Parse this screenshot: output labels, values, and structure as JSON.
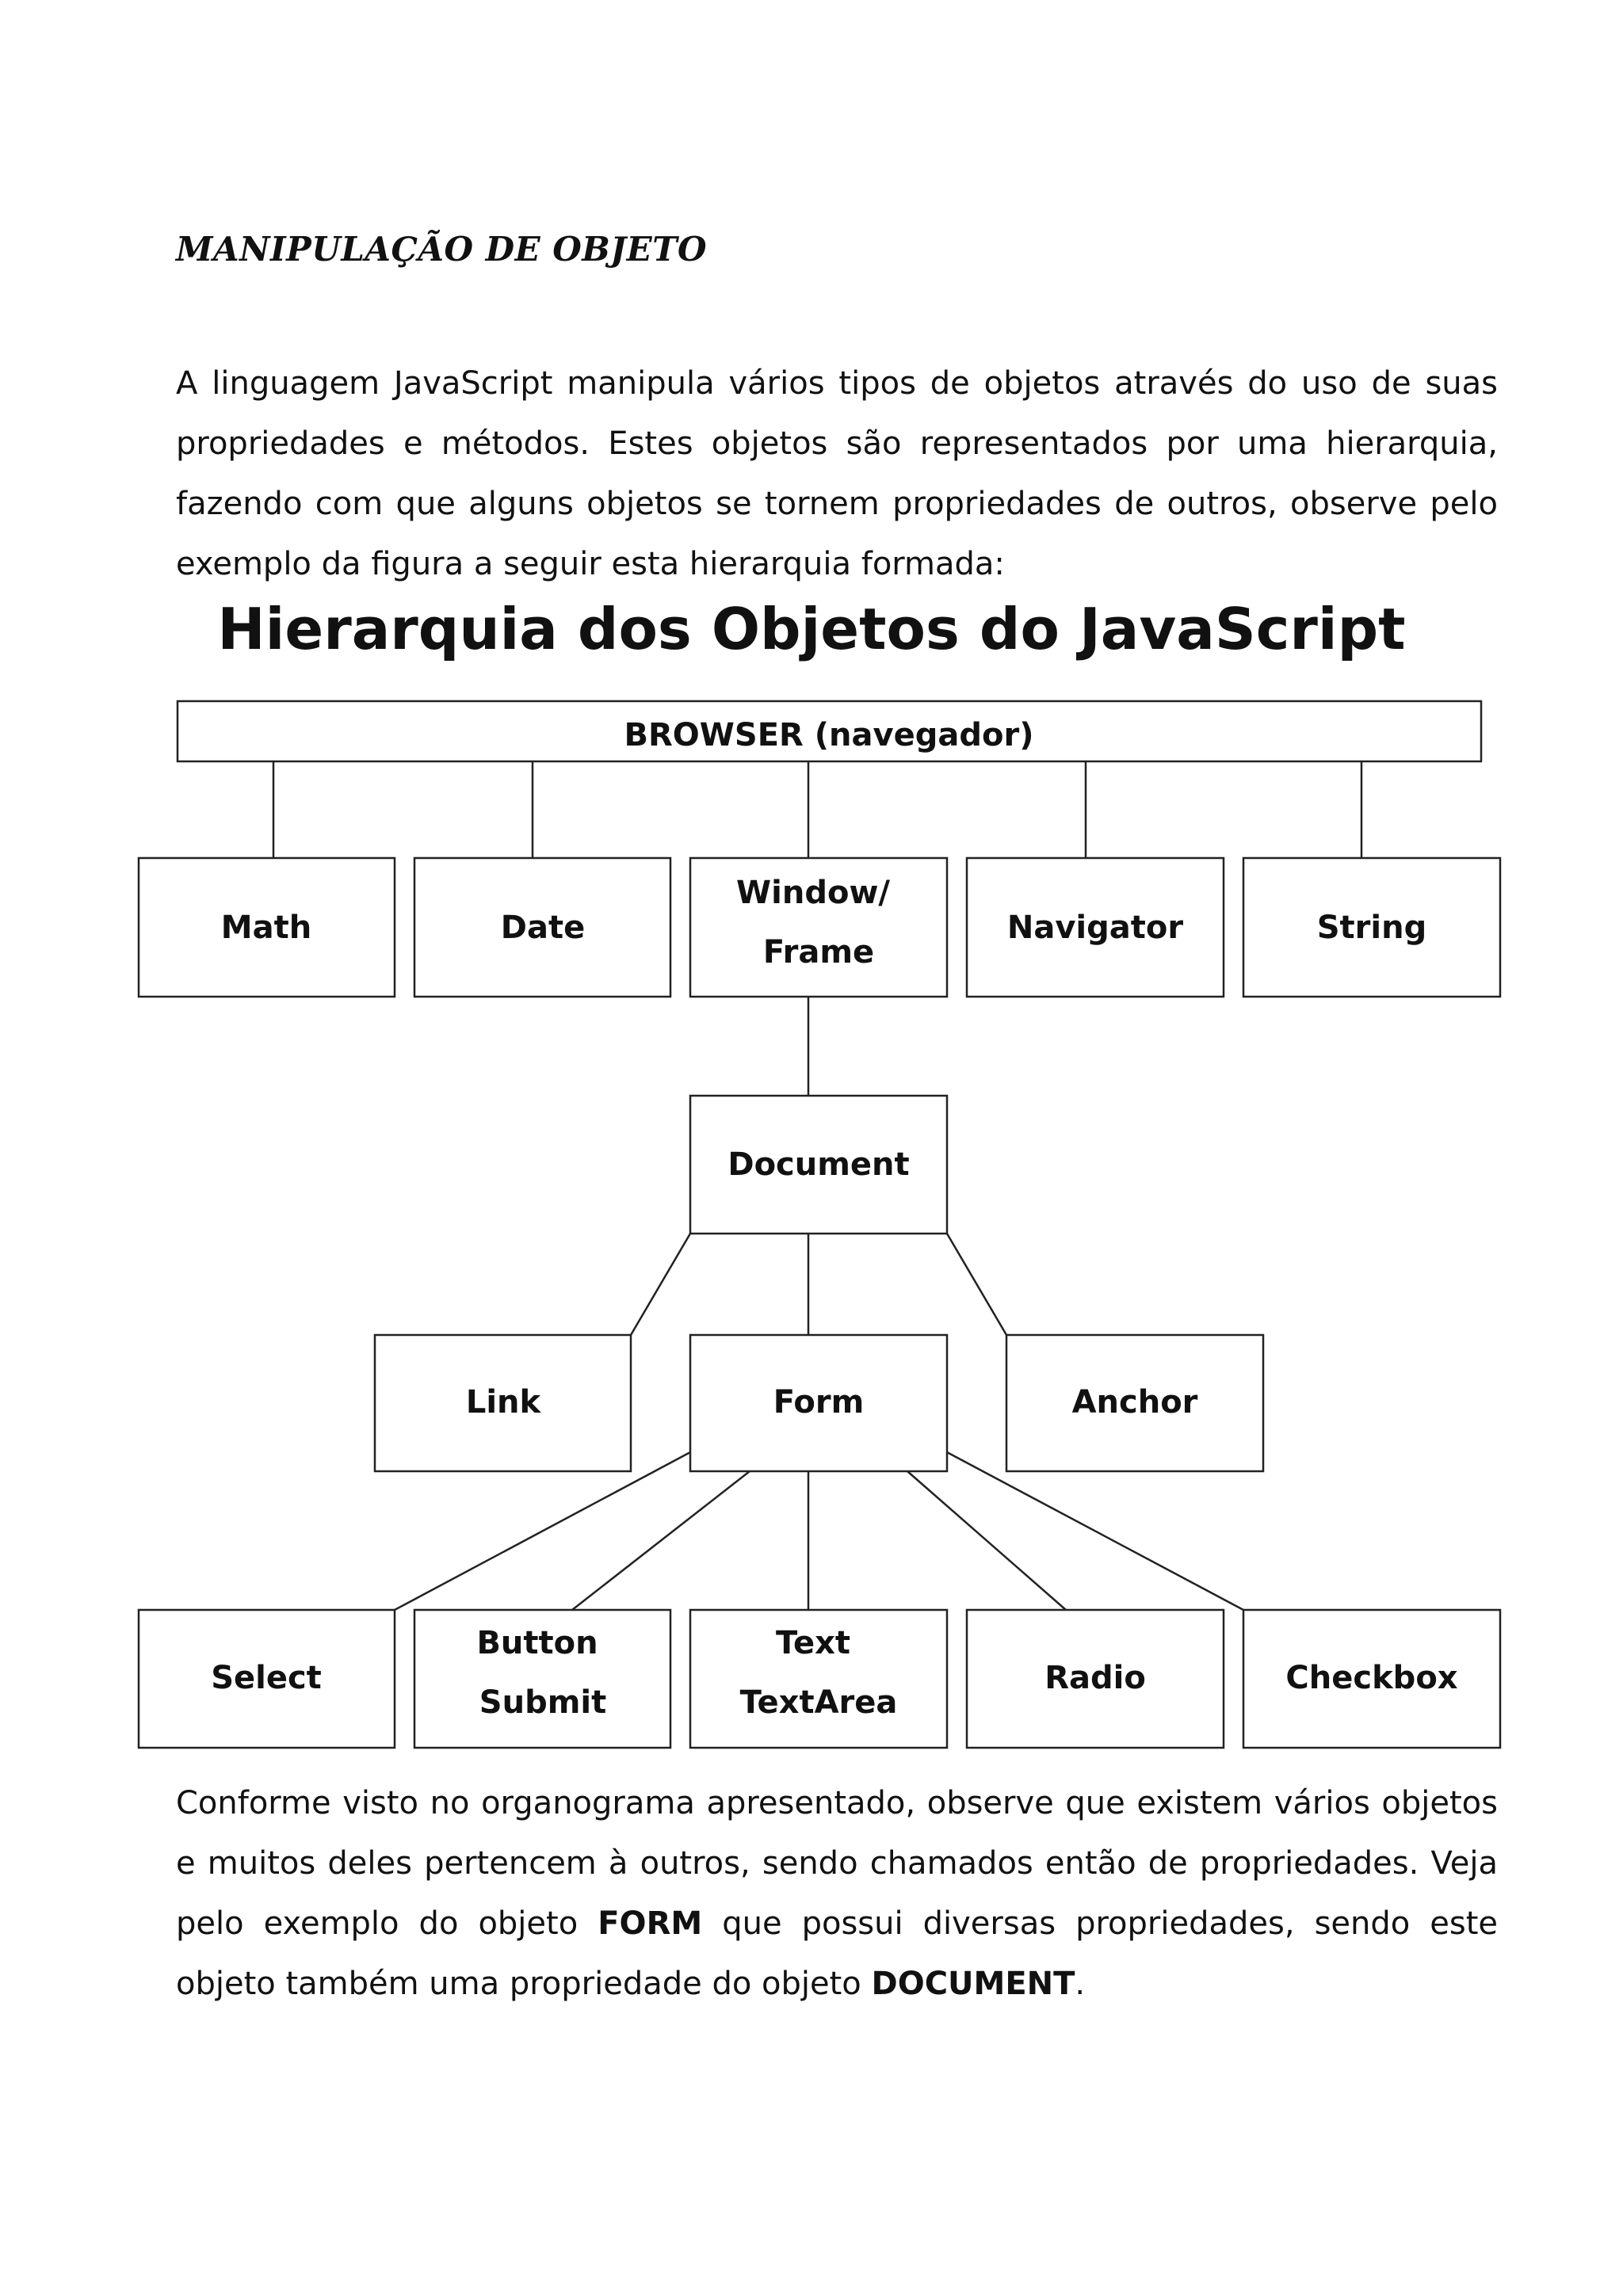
{
  "heading": "MANIPULAÇÃO DE OBJETO",
  "intro": "A linguagem JavaScript manipula vários tipos de objetos através do uso de suas propriedades e métodos. Estes objetos são representados por uma hierarquia, fazendo com que alguns objetos se tornem propriedades de outros, observe pelo exemplo da figura a seguir esta hierarquia formada:",
  "diagram": {
    "title": "Hierarquia dos Objetos do JavaScript",
    "nodes": {
      "browser": [
        "BROWSER (navegador)"
      ],
      "math": [
        "Math"
      ],
      "date": [
        "Date"
      ],
      "window": [
        "Window/",
        "Frame"
      ],
      "navigator": [
        "Navigator"
      ],
      "string": [
        "String"
      ],
      "document": [
        "Document"
      ],
      "link": [
        "Link"
      ],
      "form": [
        "Form"
      ],
      "anchor": [
        "Anchor"
      ],
      "select": [
        "Select"
      ],
      "button": [
        "Button",
        "Submit"
      ],
      "text": [
        "Text",
        "TextArea"
      ],
      "radio": [
        "Radio"
      ],
      "checkbox": [
        "Checkbox"
      ]
    }
  },
  "outro": {
    "before_form": "Conforme visto no organograma apresentado, observe que existem vários objetos e muitos deles pertencem à outros, sendo chamados então de propriedades. Veja pelo exemplo do objeto ",
    "form_word": "FORM",
    "middle": " que possui diversas propriedades, sendo este objeto também uma propriedade do objeto ",
    "document_word": "DOCUMENT",
    "end": "."
  }
}
